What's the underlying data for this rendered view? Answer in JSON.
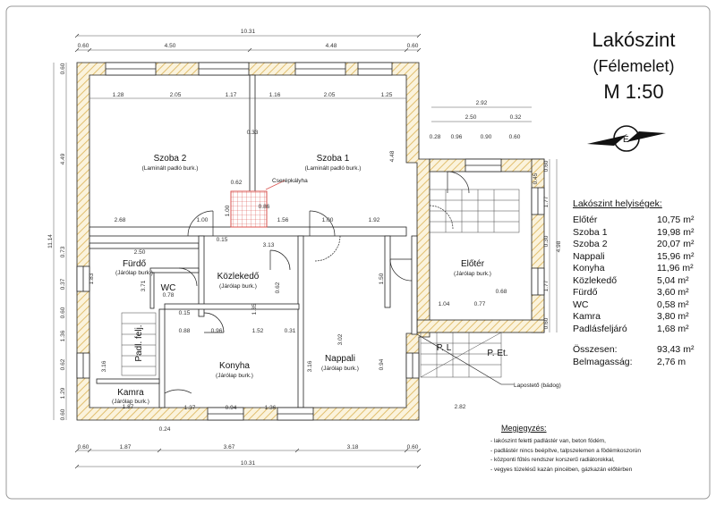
{
  "title": {
    "line1": "Lakószint",
    "line2": "(Félemelet)",
    "scale": "M 1:50"
  },
  "compass": {
    "label": "É",
    "icon": "north-arrow-icon"
  },
  "rooms": [
    {
      "id": "szoba2",
      "name": "Szoba 2",
      "finish": "(Laminált padló burk.)"
    },
    {
      "id": "szoba1",
      "name": "Szoba 1",
      "finish": "(Laminált padló burk.)"
    },
    {
      "id": "furdo",
      "name": "Fürdő",
      "finish": "(Járólap burk.)"
    },
    {
      "id": "kozlekedo",
      "name": "Közlekedő",
      "finish": "(Járólap burk.)"
    },
    {
      "id": "wc",
      "name": "WC",
      "finish": ""
    },
    {
      "id": "konyha",
      "name": "Konyha",
      "finish": "(Járólap burk.)"
    },
    {
      "id": "nappali",
      "name": "Nappali",
      "finish": "(Járólap burk.)"
    },
    {
      "id": "eloter",
      "name": "Előtér",
      "finish": "(Járólap burk.)"
    },
    {
      "id": "kamra",
      "name": "Kamra",
      "finish": "(Járólap burk.)"
    },
    {
      "id": "padlfelj",
      "name": "Padl. felj.",
      "finish": ""
    }
  ],
  "labels": {
    "cserepkalyha": "Cserépkályha",
    "pl": "P. L",
    "pet": "P. Et.",
    "lapostet": "Lapostető (bádog)"
  },
  "dimensions": {
    "top_total": "10.31",
    "top_segments": [
      "0.60",
      "4.50",
      "4.48",
      "0.60"
    ],
    "top_inner": [
      "1.28",
      "2.05",
      "1.17",
      "1.16",
      "2.05",
      "1.25"
    ],
    "right_top": [
      "2.92",
      "2.50",
      "0.32"
    ],
    "right_row": [
      "0.28",
      "0.96",
      "0.90",
      "0.60"
    ],
    "left_total": "11.14",
    "left_segments": [
      "0.60",
      "4.49",
      "0.73",
      "0.37",
      "0.60",
      "1.36",
      "0.62",
      "1.29",
      "0.60"
    ],
    "left_inner": [
      "1.83",
      "3.16"
    ],
    "mid_row1": [
      "2.68",
      "1.00",
      "1.56",
      "1.00",
      "1.92"
    ],
    "mid_row2": [
      "0.62",
      "0.86",
      "0.33",
      "0.15",
      "3.13"
    ],
    "bath_row": [
      "2.50",
      "0.78",
      "0.15",
      "0.88",
      "0.96",
      "1.52",
      "0.31"
    ],
    "bottom_inner": [
      "1.87",
      "0.24",
      "1.37",
      "0.94",
      "1.36"
    ],
    "bottom_total": "10.31",
    "bottom_segments": [
      "0.60",
      "1.87",
      "3.67",
      "3.18",
      "0.60"
    ],
    "right_side": [
      "0.60",
      "1.77",
      "1.77",
      "0.60",
      "0.30",
      "4.98",
      "0.45"
    ],
    "inner_verticals": [
      "4.48",
      "3.02",
      "1.50",
      "0.94",
      "3.16",
      "1.35",
      "3.71",
      "1.00",
      "0.77",
      "0.68",
      "1.04",
      "0.62",
      "2.82"
    ]
  },
  "rooms_panel": {
    "heading": "Lakószint helyiségek:",
    "items": [
      {
        "name": "Előtér",
        "value": "10,75 m²"
      },
      {
        "name": "Szoba 1",
        "value": "19,98 m²"
      },
      {
        "name": "Szoba 2",
        "value": "20,07 m²"
      },
      {
        "name": "Nappali",
        "value": "15,96 m²"
      },
      {
        "name": "Konyha",
        "value": "11,96 m²"
      },
      {
        "name": "Közlekedő",
        "value": "5,04 m²"
      },
      {
        "name": "Fürdő",
        "value": "3,60 m²"
      },
      {
        "name": "WC",
        "value": "0,58 m²"
      },
      {
        "name": "Kamra",
        "value": "3,80 m²"
      },
      {
        "name": "Padlásfeljáró",
        "value": "1,68 m²"
      }
    ],
    "total_label": "Összesen:",
    "total_value": "93,43 m²",
    "height_label": "Belmagasság:",
    "height_value": "2,76 m"
  },
  "notes": {
    "heading": "Megjegyzés:",
    "items": [
      "- lakószint feletti padlástér van, beton födém,",
      "- padlástér nincs beépítve, talpszelemen a födémkoszorún",
      "- központi fűtés rendszer korszerű radiátorokkal,",
      "- vegyes tüzelésű kazán pincében, gázkazán előtérben"
    ]
  },
  "colors": {
    "wall_hatch": "#e8c878",
    "line": "#222222",
    "stove": "#d9534f"
  }
}
